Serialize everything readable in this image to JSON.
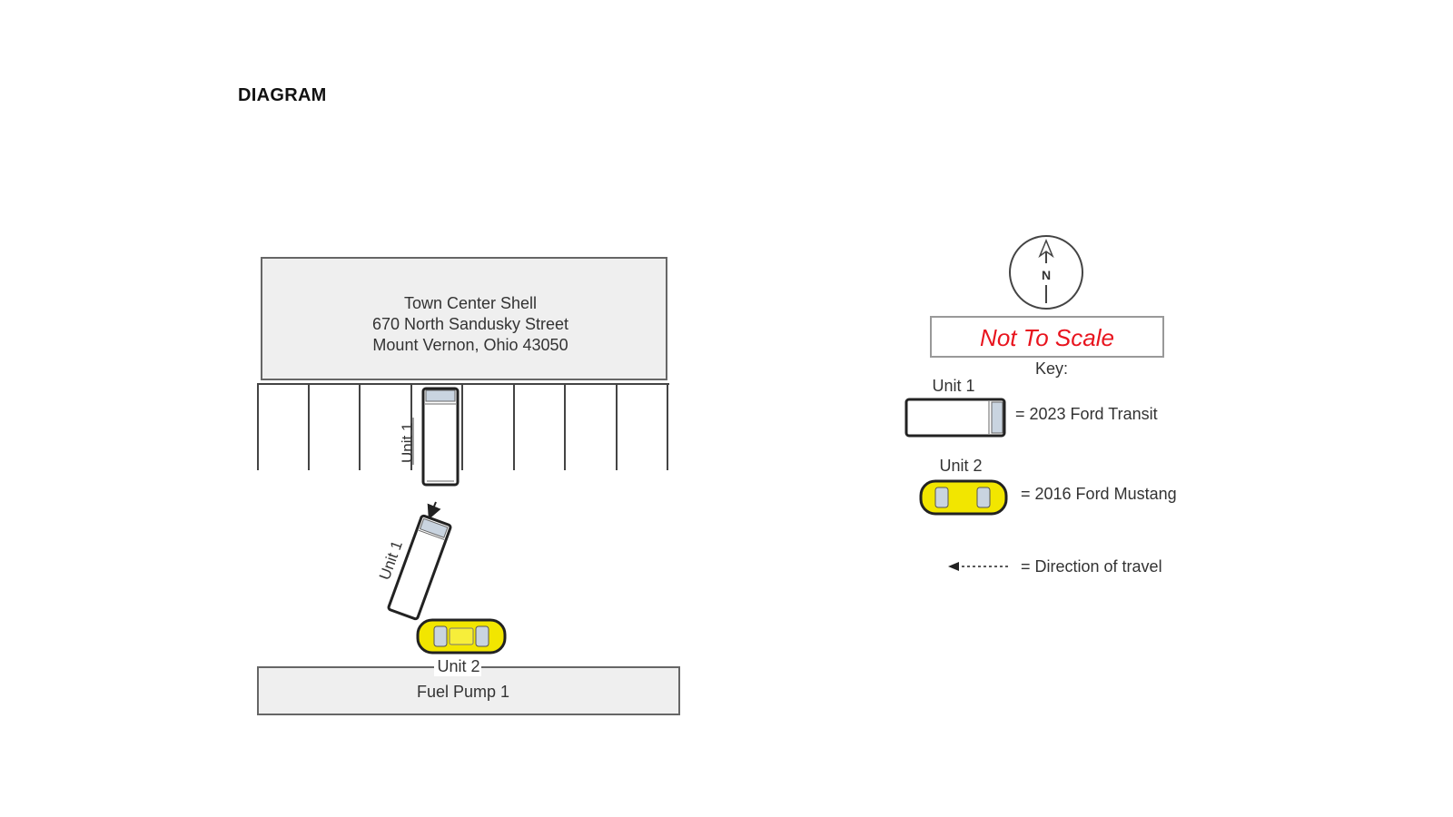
{
  "heading": "DIAGRAM",
  "store": {
    "name": "Town Center Shell",
    "address_line": "670 North Sandusky Street",
    "city_line": "Mount Vernon, Ohio 43050"
  },
  "fuel_pump": {
    "label": "Fuel Pump 1"
  },
  "units": {
    "unit1_parked_label": "Unit 1",
    "unit1_moving_label": "Unit 1",
    "unit2_label": "Unit 2"
  },
  "compass": {
    "letter": "N"
  },
  "scale_note": "Not To Scale",
  "key": {
    "title": "Key:",
    "unit1_label": "Unit 1",
    "unit1_desc": "= 2023 Ford Transit",
    "unit2_label": "Unit 2",
    "unit2_desc": "= 2016 Ford Mustang",
    "direction_desc": "= Direction of travel"
  },
  "colors": {
    "building_fill": "#efefef",
    "outline": "#555555",
    "mustang_yellow": "#f2e600",
    "scale_red": "#e8141e"
  }
}
